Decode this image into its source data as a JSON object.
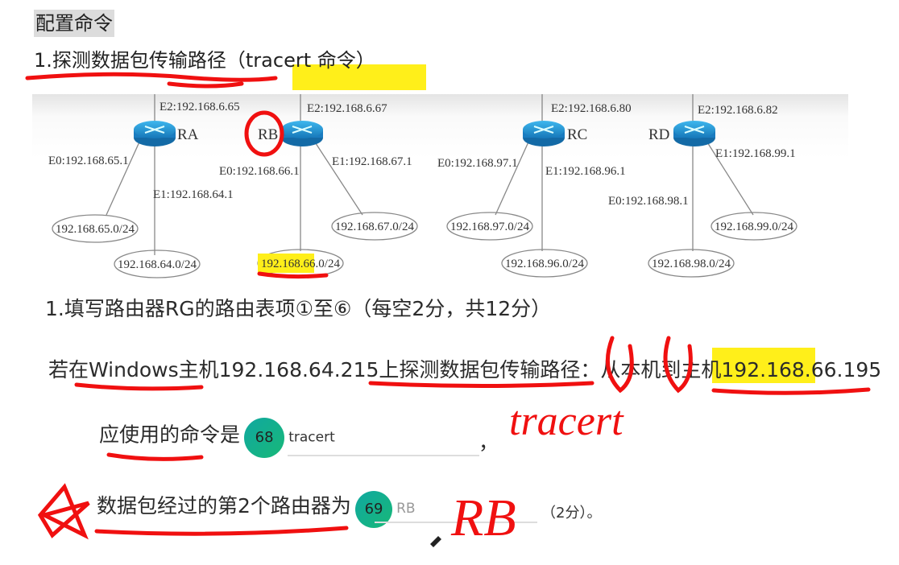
{
  "heading": "配置命令",
  "subheading": "1.探测数据包传输路径（tracert 命令）",
  "diagram": {
    "routers": [
      {
        "name": "RA",
        "e2": "E2:192.168.6.65",
        "e0": "E0:192.168.65.1",
        "e1": "E1:192.168.64.1",
        "net0": "192.168.65.0/24",
        "net1": "192.168.64.0/24"
      },
      {
        "name": "RB",
        "e2": "E2:192.168.6.67",
        "e0": "E0:192.168.66.1",
        "e1": "E1:192.168.67.1",
        "net0": "192.168.66.0/24",
        "net1": "192.168.67.0/24"
      },
      {
        "name": "RC",
        "e2": "E2:192.168.6.80",
        "e0": "E0:192.168.97.1",
        "e1": "E1:192.168.96.1",
        "net0": "192.168.97.0/24",
        "net1": "192.168.96.0/24"
      },
      {
        "name": "RD",
        "e2": "E2:192.168.6.82",
        "e0": "E0:192.168.98.1",
        "e1": "E1:192.168.99.1",
        "net0": "192.168.98.0/24",
        "net1": "192.168.99.0/24"
      }
    ]
  },
  "question": {
    "title": "1.填写路由器RG的路由表项①至⑥（每空2分，共12分）",
    "prompt": "若在Windows主机192.168.64.215上探测数据包传输路径：从本机到主机192.168.66.195",
    "q1_label": "应使用的命令是",
    "q1_badge": "68",
    "q1_answer": "tracert",
    "q1_end": "，",
    "q2_label": "数据包经过的第2个路由器为",
    "q2_badge": "69",
    "q2_answer": "RB",
    "q2_score": "（2分）。"
  },
  "annotations": {
    "handwritten_1": "tracert",
    "handwritten_2": "RB"
  }
}
